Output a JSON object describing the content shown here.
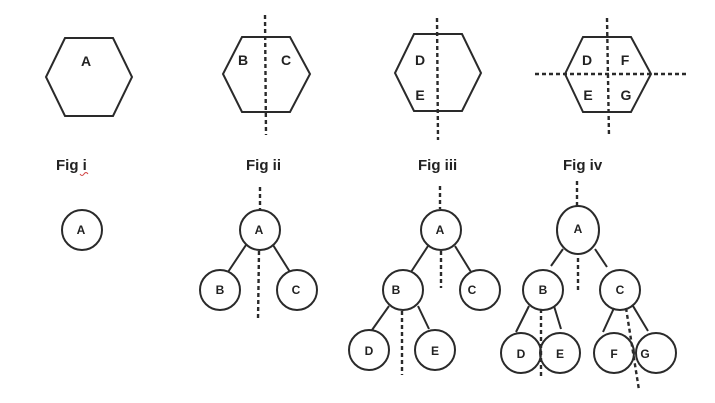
{
  "figures": [
    {
      "id": "fig-i",
      "caption": "Fig i",
      "regions": [
        "A"
      ],
      "tree": {
        "nodes": [
          "A"
        ],
        "edges": []
      }
    },
    {
      "id": "fig-ii",
      "caption": "Fig ii",
      "regions": [
        "B",
        "C"
      ],
      "split_lines": [
        "vertical"
      ],
      "tree": {
        "nodes": [
          "A",
          "B",
          "C"
        ],
        "edges": [
          [
            "A",
            "B"
          ],
          [
            "A",
            "C"
          ]
        ]
      }
    },
    {
      "id": "fig-iii",
      "caption": "Fig iii",
      "regions": [
        "D",
        "E"
      ],
      "split_lines": [
        "vertical"
      ],
      "tree": {
        "nodes": [
          "A",
          "B",
          "C",
          "D",
          "E"
        ],
        "edges": [
          [
            "A",
            "B"
          ],
          [
            "A",
            "C"
          ],
          [
            "B",
            "D"
          ],
          [
            "B",
            "E"
          ]
        ]
      }
    },
    {
      "id": "fig-iv",
      "caption": "Fig iv",
      "regions": [
        "D",
        "F",
        "E",
        "G"
      ],
      "split_lines": [
        "vertical",
        "horizontal"
      ],
      "tree": {
        "nodes": [
          "A",
          "B",
          "C",
          "D",
          "E",
          "F",
          "G"
        ],
        "edges": [
          [
            "A",
            "B"
          ],
          [
            "A",
            "C"
          ],
          [
            "B",
            "D"
          ],
          [
            "B",
            "E"
          ],
          [
            "C",
            "F"
          ],
          [
            "C",
            "G"
          ]
        ]
      }
    }
  ],
  "labels": {
    "fig1": {
      "caption": "Fig i",
      "hex_A": "A",
      "node_A": "A"
    },
    "fig2": {
      "caption": "Fig ii",
      "hex_B": "B",
      "hex_C": "C",
      "node_A": "A",
      "node_B": "B",
      "node_C": "C"
    },
    "fig3": {
      "caption": "Fig iii",
      "hex_D": "D",
      "hex_E": "E",
      "node_A": "A",
      "node_B": "B",
      "node_C": "C",
      "node_D": "D",
      "node_E": "E"
    },
    "fig4": {
      "caption": "Fig iv",
      "hex_D": "D",
      "hex_F": "F",
      "hex_E": "E",
      "hex_G": "G",
      "node_A": "A",
      "node_B": "B",
      "node_C": "C",
      "node_D": "D",
      "node_E": "E",
      "node_F": "F",
      "node_G": "G"
    }
  }
}
